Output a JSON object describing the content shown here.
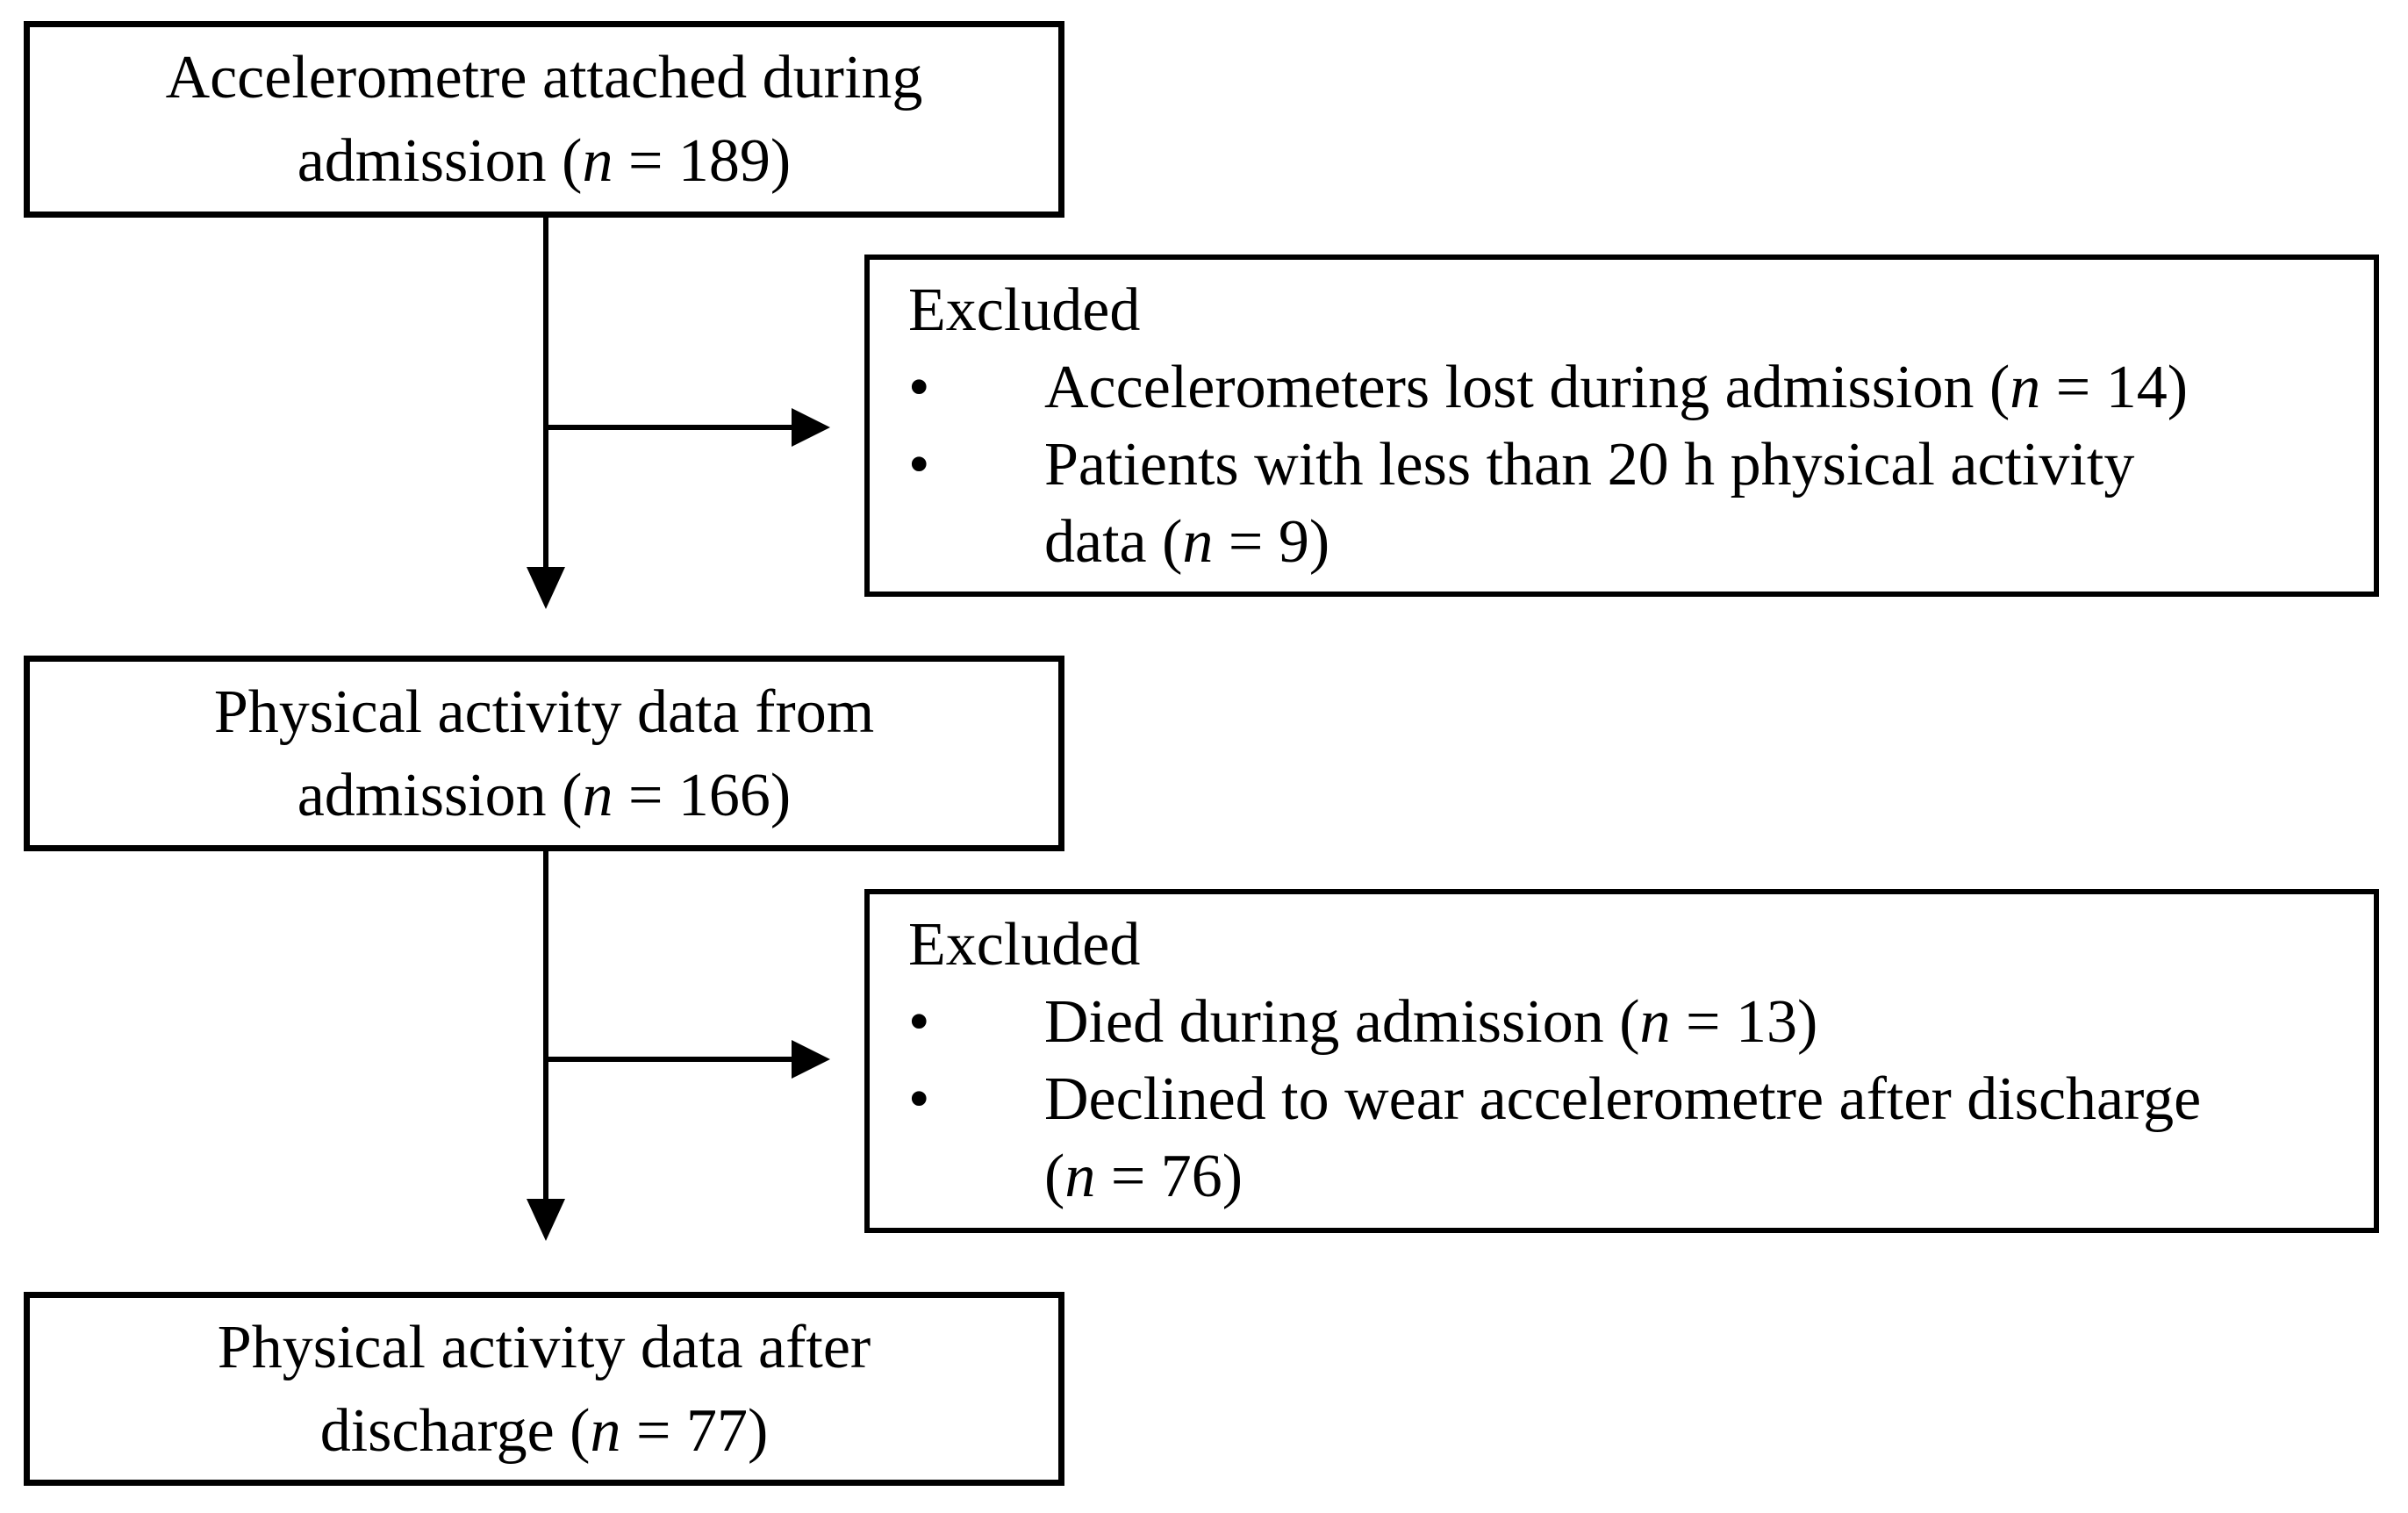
{
  "figure": {
    "type": "flow-diagram",
    "background": "#ffffff",
    "line_color": "#000000",
    "bullet_char": "•"
  },
  "flow": {
    "box_attached": {
      "lines": [
        [
          {
            "t": "Accelerometre attached during"
          }
        ],
        [
          {
            "t": "admission ("
          },
          {
            "t": "n",
            "italic": true
          },
          {
            "t": " = 189)"
          }
        ]
      ]
    },
    "excluded_admission": {
      "title": "Excluded",
      "items": [
        {
          "lines": [
            [
              {
                "t": "Accelerometers lost during admission ("
              },
              {
                "t": "n",
                "italic": true
              },
              {
                "t": " = 14)"
              }
            ]
          ]
        },
        {
          "lines": [
            [
              {
                "t": "Patients with less than 20 h physical activity"
              }
            ],
            [
              {
                "t": "data ("
              },
              {
                "t": "n",
                "italic": true
              },
              {
                "t": " = 9)"
              }
            ]
          ]
        }
      ]
    },
    "box_admission": {
      "lines": [
        [
          {
            "t": "Physical activity data from"
          }
        ],
        [
          {
            "t": "admission ("
          },
          {
            "t": "n",
            "italic": true
          },
          {
            "t": " = 166)"
          }
        ]
      ]
    },
    "excluded_discharge": {
      "title": "Excluded",
      "items": [
        {
          "lines": [
            [
              {
                "t": "Died during admission ("
              },
              {
                "t": "n",
                "italic": true
              },
              {
                "t": " = 13)"
              }
            ]
          ]
        },
        {
          "lines": [
            [
              {
                "t": "Declined to wear accelerometre after discharge"
              }
            ],
            [
              {
                "t": "("
              },
              {
                "t": "n",
                "italic": true
              },
              {
                "t": " = 76)"
              }
            ]
          ]
        }
      ]
    },
    "box_discharge": {
      "lines": [
        [
          {
            "t": "Physical activity data after"
          }
        ],
        [
          {
            "t": "discharge ("
          },
          {
            "t": "n",
            "italic": true
          },
          {
            "t": " = 77)"
          }
        ]
      ]
    }
  }
}
